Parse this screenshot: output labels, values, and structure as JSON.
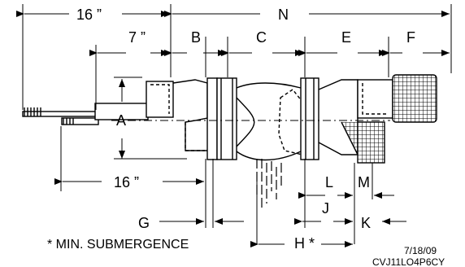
{
  "dimensions": {
    "overall_16": "16 ”",
    "N": "N",
    "seven": "7 ”",
    "B": "B",
    "C": "C",
    "E": "E",
    "F": "F",
    "A": "A",
    "lower_16": "16 ”",
    "L": "L",
    "M": "M",
    "J": "J",
    "G": "G",
    "K": "K",
    "H": "H *"
  },
  "notes": {
    "submergence": "*  MIN. SUBMERGENCE",
    "date": "7/18/09",
    "code": "CVJ11LO4P6CY"
  }
}
